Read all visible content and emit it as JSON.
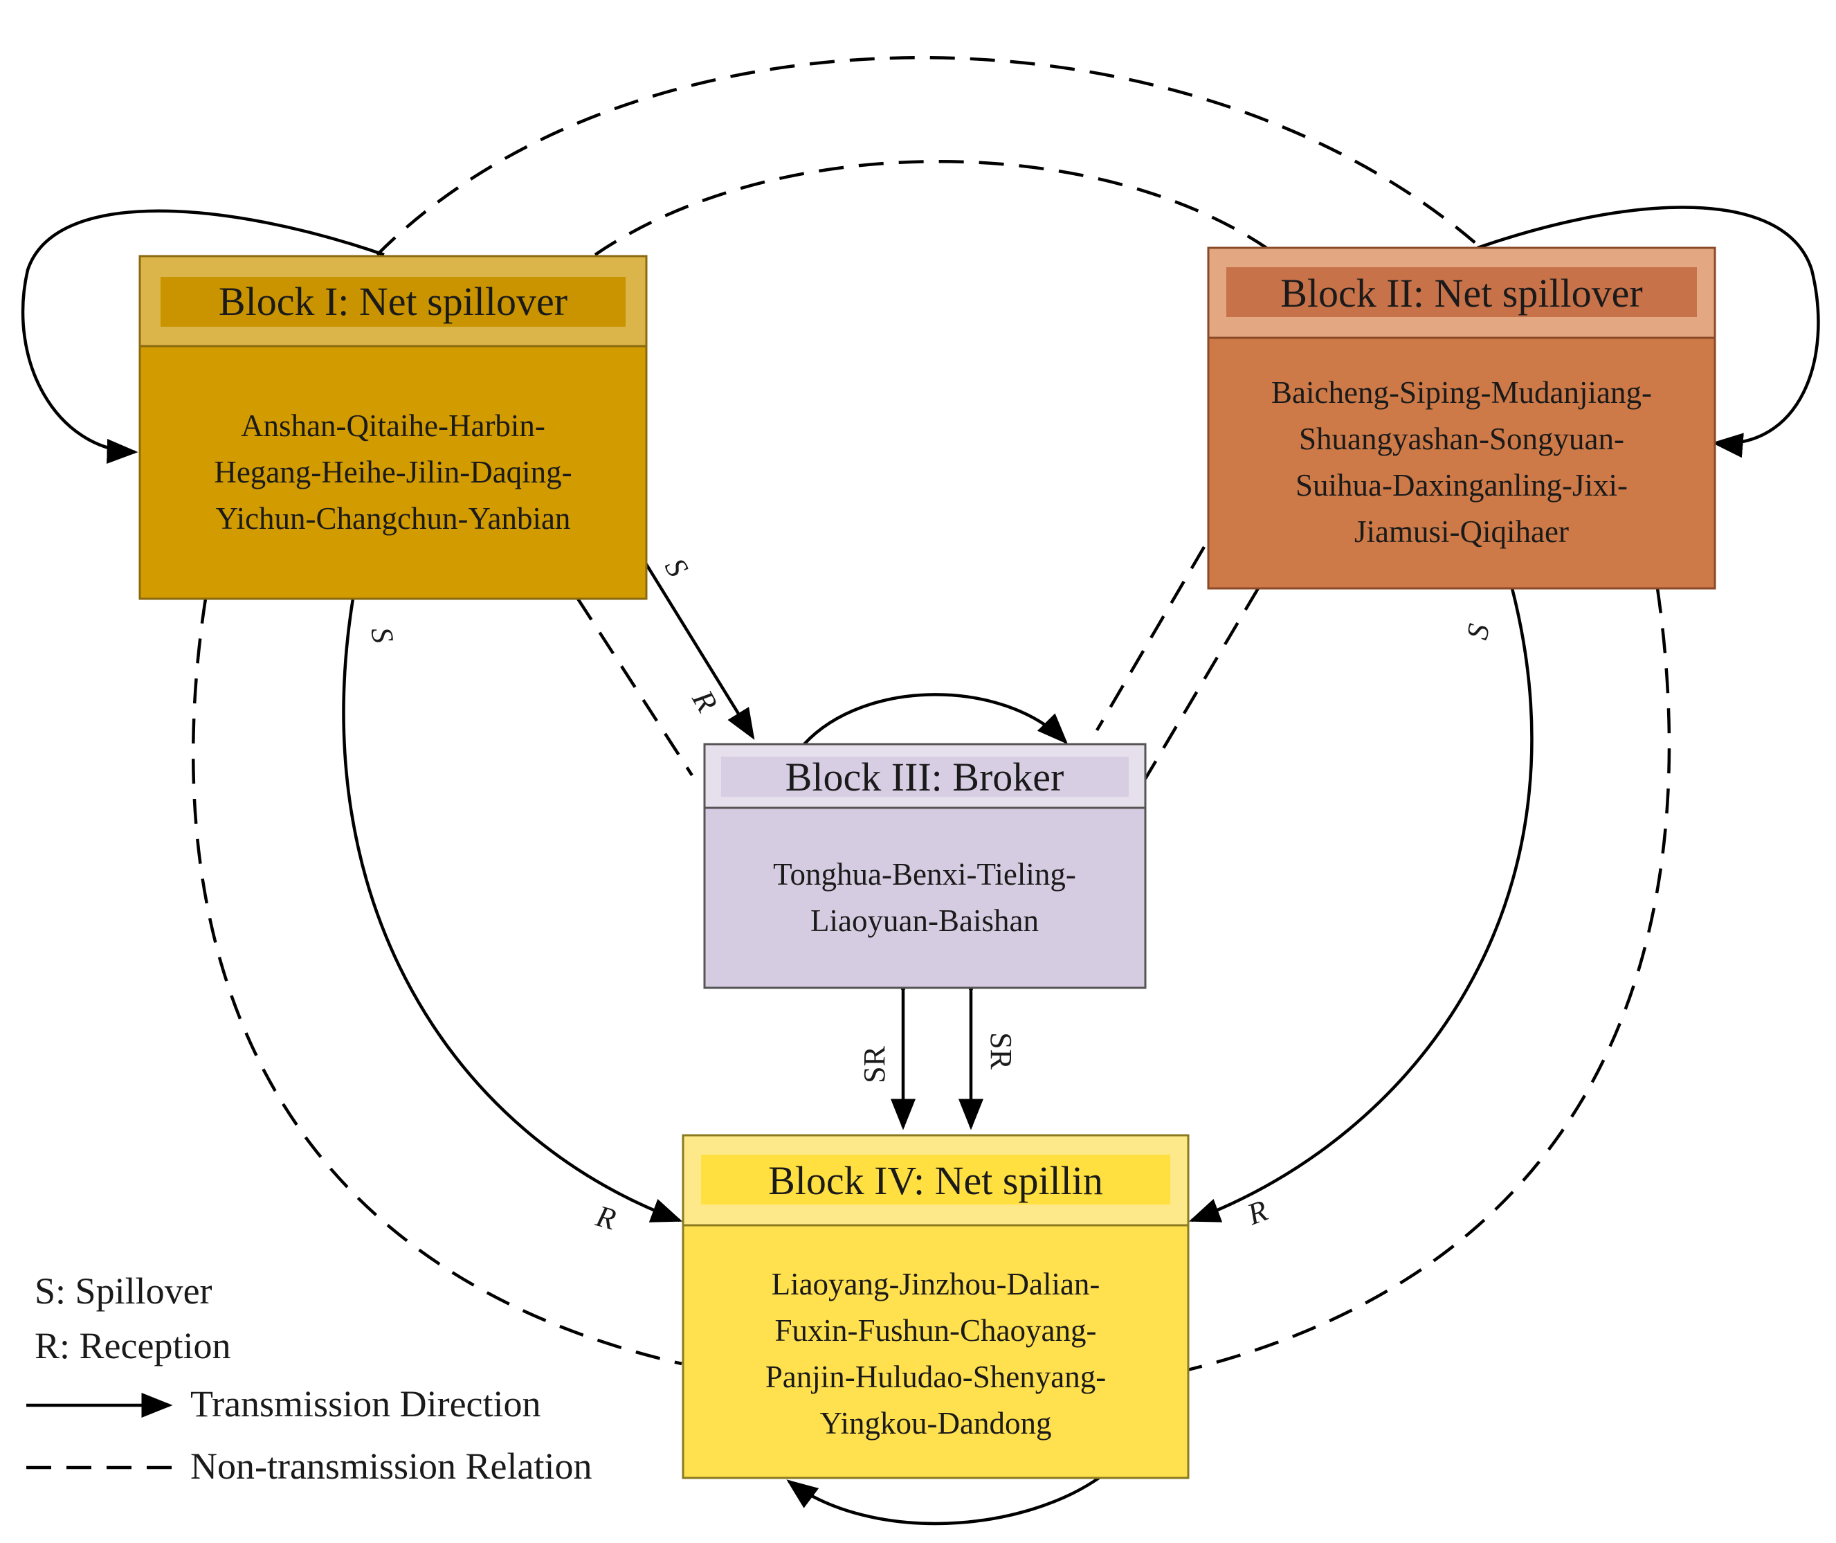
{
  "blocks": {
    "block1": {
      "title": "Block I: Net spillover",
      "lines": [
        "Anshan-Qitaihe-Harbin-",
        "Hegang-Heihe-Jilin-Daqing-",
        "Yichun-Changchun-Yanbian"
      ],
      "colors": {
        "header": "#dcb54a",
        "header_inner": "#c99400",
        "body": "#d29b00",
        "border": "#8a6a10"
      }
    },
    "block2": {
      "title": "Block II: Net spillover",
      "lines": [
        "Baicheng-Siping-Mudanjiang-",
        "Shuangyashan-Songyuan-",
        "Suihua-Daxinganling-Jixi-",
        "Jiamusi-Qiqihaer"
      ],
      "colors": {
        "header": "#e3a882",
        "header_inner": "#c8724a",
        "body": "#cd7a48",
        "border": "#8a4a28"
      }
    },
    "block3": {
      "title": "Block III: Broker",
      "lines": [
        "Tonghua-Benxi-Tieling-",
        "Liaoyuan-Baishan"
      ],
      "colors": {
        "header": "#e6e0ec",
        "header_inner": "#d8cee4",
        "body": "#d6cce2",
        "border": "#555555"
      }
    },
    "block4": {
      "title": "Block IV: Net spillin",
      "lines": [
        "Liaoyang-Jinzhou-Dalian-",
        "Fuxin-Fushun-Chaoyang-",
        "Panjin-Huludao-Shenyang-",
        "Yingkou-Dandong"
      ],
      "colors": {
        "header": "#fde98a",
        "header_inner": "#ffe040",
        "body": "#ffe04e",
        "border": "#8a7a20"
      }
    }
  },
  "edge_labels": {
    "b1_b3_s": "S",
    "b1_b3_r": "R",
    "b1_b4_s": "S",
    "b1_b4_r": "R",
    "b2_b4_s": "S",
    "b2_b4_r": "R",
    "b3_b4_left": "SR",
    "b3_b4_right": "SR"
  },
  "legend": {
    "s_def": "S: Spillover",
    "r_def": "R: Reception",
    "solid_label": "Transmission Direction",
    "dashed_label": "Non-transmission Relation"
  }
}
